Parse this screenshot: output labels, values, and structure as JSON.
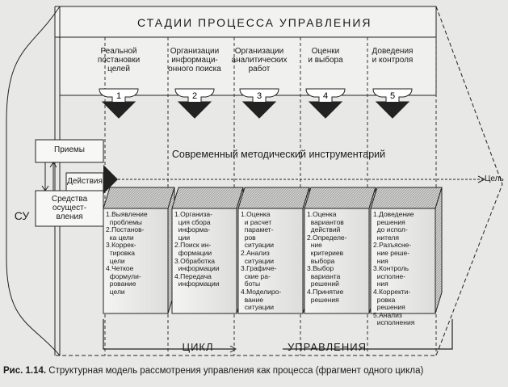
{
  "title": "СТАДИИ ПРОЦЕССА УПРАВЛЕНИЯ",
  "stages": [
    {
      "num": "1",
      "label": "Реальной\nпостановки\nцелей"
    },
    {
      "num": "2",
      "label": "Организации\nинформаци-\nонного поиска"
    },
    {
      "num": "3",
      "label": "Организации\nаналитических\nработ"
    },
    {
      "num": "4",
      "label": "Оценки\nи выбора"
    },
    {
      "num": "5",
      "label": "Доведения\nи контроля"
    }
  ],
  "toolkit_label": "Современный методический инструментарий",
  "left": {
    "su": "СУ",
    "priemy": "Приемы",
    "deystviya": "Действия",
    "sredstva": "Средства\nосущест-\nвления"
  },
  "goal_label": "Цель",
  "boxes": [
    {
      "text": "1.Выявление\n  проблемы\n2.Постанов-\n  ка цели\n3.Коррек-\n  тировка\n  цели\n4.Четкое\n  формули-\n  рование\n  цели"
    },
    {
      "text": "1.Организа-\n  ция сбора\n  информа-\n  ции\n2.Поиск ин-\n  формации\n3.Обработка\n  информации\n4.Передача\n  информации"
    },
    {
      "text": "1.Оценка\n  и расчет\n  парамет-\n  ров\n  ситуации\n2.Анализ\n  ситуации\n3.Графиче-\n  ские ра-\n  боты\n4.Моделиро-\n  вание\n  ситуации"
    },
    {
      "text": "1.Оценка\n  вариантов\n  действий\n2.Определе-\n  ние\n  критериев\n  выбора\n3.Выбор\n  варианта\n  решений\n4.Принятие\n  решения"
    },
    {
      "text": "1.Доведение\n  решения\n  до испол-\n  нителя\n2.Разъясне-\n  ние реше-\n  ния\n3.Контроль\n  исполне-\n  ния\n4.Корректи-\n  ровка\n  решения\n5.Анализ\n  исполнения"
    }
  ],
  "cycle_left": "ЦИКЛ",
  "cycle_right": "УПРАВЛЕНИЯ",
  "caption_bold": "Рис. 1.14.",
  "caption_text": " Структурная модель рассмотрения управления как процесса (фрагмент одного цикла)"
}
